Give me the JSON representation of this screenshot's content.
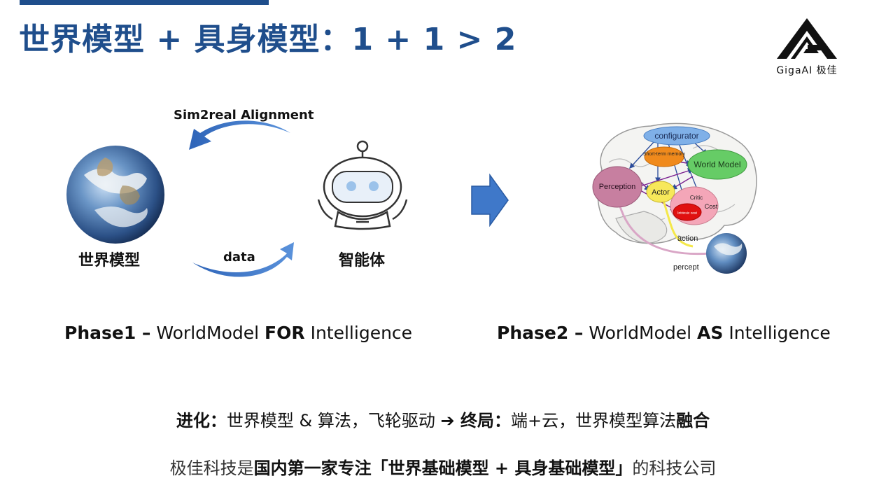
{
  "title": "世界模型 + 具身模型：1 + 1 > 2",
  "logo": {
    "brand": "GigaAI 极佳"
  },
  "phase1": {
    "world_model_label": "世界模型",
    "agent_label": "智能体",
    "sim2real_label": "Sim2real Alignment",
    "data_label": "data",
    "caption_prefix": "Phase1 –",
    "caption_mid1": " WorldModel ",
    "caption_bold": "FOR",
    "caption_end": " Intelligence"
  },
  "phase2": {
    "caption_prefix": "Phase2 –",
    "caption_mid1": " WorldModel ",
    "caption_bold": "AS",
    "caption_end": " Intelligence",
    "diagram": {
      "configurator": "configurator",
      "short_term_memory": "Short-term memory",
      "world_model": "World Model",
      "perception": "Perception",
      "actor": "Actor",
      "critic": "Critic",
      "cost": "Cost",
      "intrinsic_cost": "Intrinsic cost",
      "action": "action",
      "percept": "percept"
    }
  },
  "evolution": {
    "lead": "进化",
    "colon": "：",
    "part1": "世界模型 & 算法，飞轮驱动 ",
    "arrow": "➔",
    "end_lead": " 终局",
    "colon2": "：",
    "part2": "端+云，世界模型算法",
    "part2_bold": "融合"
  },
  "company": {
    "prefix": "极佳科技是",
    "bold": "国内第一家专注「世界基础模型 + 具身基础模型」",
    "suffix": "的科技公司"
  },
  "colors": {
    "title_blue": "#1f4e8c",
    "arrow_blue": "#3f78c9",
    "configurator_blue": "#7fb0e8",
    "world_model_green": "#66cc66",
    "perception_pink": "#c77fa0",
    "actor_yellow": "#f7e85a",
    "critic_pink": "#f4a6b8",
    "stm_orange": "#f08a1c",
    "intrinsic_red": "#e01010"
  }
}
